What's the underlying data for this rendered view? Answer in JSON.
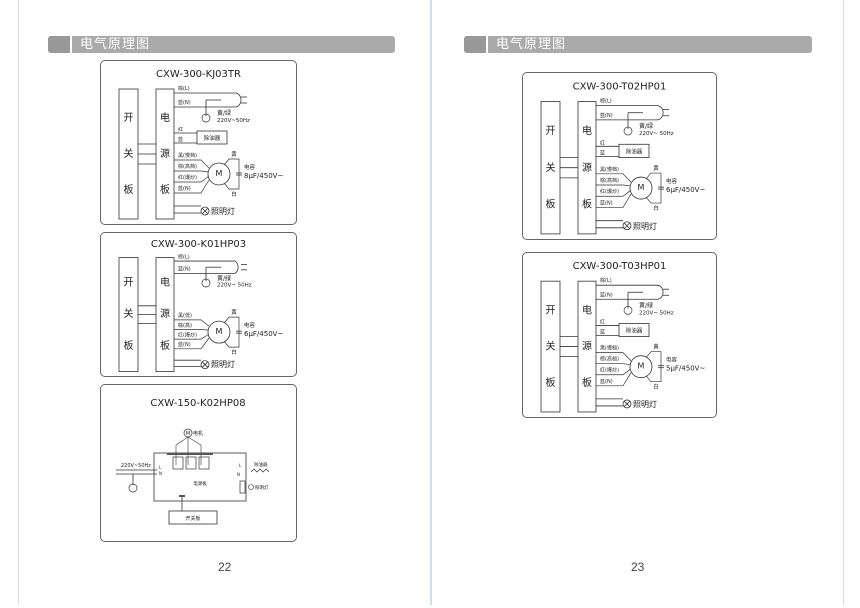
{
  "section_title": "电气原理图",
  "pages": [
    {
      "number": "22"
    },
    {
      "number": "23"
    }
  ],
  "diagrams": [
    {
      "model": "CXW-300-KJ03TR",
      "switch": [
        "开",
        "关",
        "板"
      ],
      "power": [
        "电",
        "源",
        "板"
      ],
      "wires": {
        "l": "棕(L)",
        "n": "蓝(N)",
        "red": "红",
        "blue": "蓝",
        "m1": "黑(慢档)",
        "m2": "棕(高档)",
        "m3": "红(爆炒)",
        "m4": "蓝(N)"
      },
      "ground": "黄/绿",
      "supply": "220V~50Hz",
      "oil": "除油器",
      "motor": "M",
      "yellow": "黄",
      "white": "白",
      "cap_label": "电容",
      "cap": "8μF/450V~",
      "lamp": "照明灯",
      "has_oil": true
    },
    {
      "model": "CXW-300-K01HP03",
      "switch": [
        "开",
        "关",
        "板"
      ],
      "power": [
        "电",
        "源",
        "板"
      ],
      "wires": {
        "l": "棕(L)",
        "n": "蓝(N)",
        "m1": "黑(低)",
        "m2": "棕(高)",
        "m3": "红(爆炒)",
        "m4": "蓝(N)"
      },
      "ground": "黄/绿",
      "supply": "220V~ 50Hz",
      "motor": "M",
      "yellow": "黄",
      "white": "白",
      "cap_label": "电容",
      "cap": "6μF/450V~",
      "lamp": "照明灯",
      "has_oil": false
    },
    {
      "model": "CXW-150-K02HP08",
      "motor_label": "电机",
      "supply": "220V~50Hz",
      "l": "L",
      "n": "N",
      "oil": "除油器",
      "board": "电源板",
      "lamp": "照明灯",
      "switch_board": "开关板"
    },
    {
      "model": "CXW-300-T02HP01",
      "switch": [
        "开",
        "关",
        "板"
      ],
      "power": [
        "电",
        "源",
        "板"
      ],
      "wires": {
        "l": "棕(L)",
        "n": "蓝(N)",
        "red": "红",
        "blue": "蓝",
        "m1": "黑(慢档)",
        "m2": "棕(高档)",
        "m3": "红(爆炒)",
        "m4": "蓝(N)"
      },
      "ground": "黄/绿",
      "supply": "220V~ 50Hz",
      "oil": "除油器",
      "motor": "M",
      "yellow": "黄",
      "white": "白",
      "cap_label": "电容",
      "cap": "6μF/450V~",
      "lamp": "照明灯",
      "has_oil": true
    },
    {
      "model": "CXW-300-T03HP01",
      "switch": [
        "开",
        "关",
        "板"
      ],
      "power": [
        "电",
        "源",
        "板"
      ],
      "wires": {
        "l": "棕(L)",
        "n": "蓝(N)",
        "red": "红",
        "blue": "蓝",
        "m1": "黑(慢档)",
        "m2": "棕(高档)",
        "m3": "红(爆炒)",
        "m4": "蓝(N)"
      },
      "ground": "黄/绿",
      "supply": "220V~ 50Hz",
      "oil": "除油器",
      "motor": "M",
      "yellow": "黄",
      "white": "白",
      "cap_label": "电容",
      "cap": "5μF/450V~",
      "lamp": "照明灯",
      "has_oil": true
    }
  ]
}
